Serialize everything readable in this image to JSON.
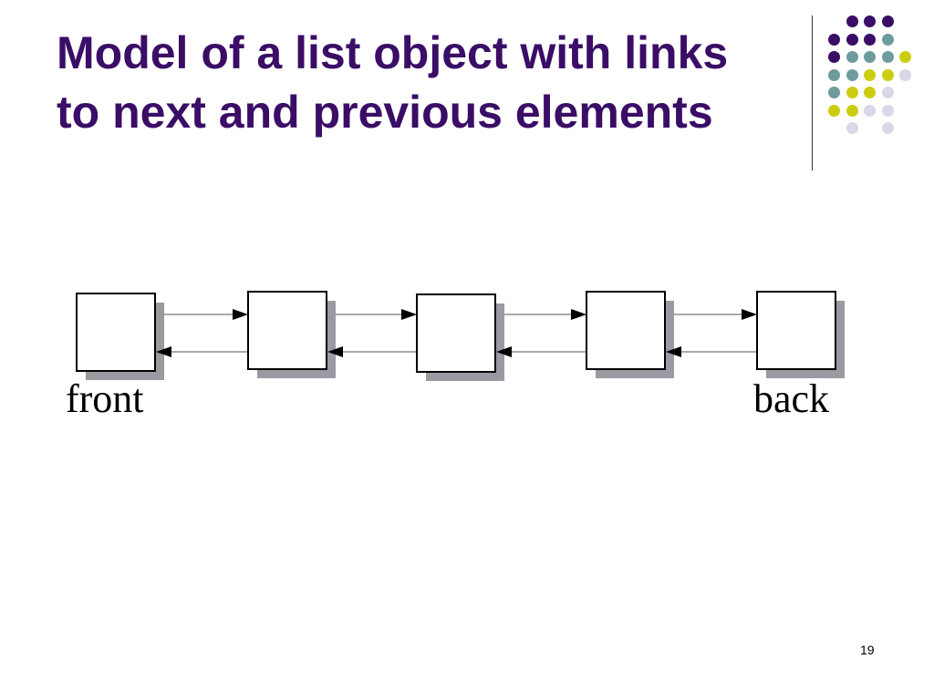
{
  "slide": {
    "title_line1": "Model of a list object with links",
    "title_line2": "to next and previous elements",
    "page_number": "19"
  },
  "diagram": {
    "node_count": 5,
    "forward_links": 4,
    "backward_links": 4,
    "front_label": "front",
    "back_label": "back"
  },
  "colors": {
    "title": "#3a0d66",
    "dots_purple": "#3a0d66",
    "dots_teal": "#6e9c9c",
    "dots_yellow": "#cccc11",
    "dots_lavender": "#d8d8e8",
    "node_shadow": "#9a9aa2"
  }
}
